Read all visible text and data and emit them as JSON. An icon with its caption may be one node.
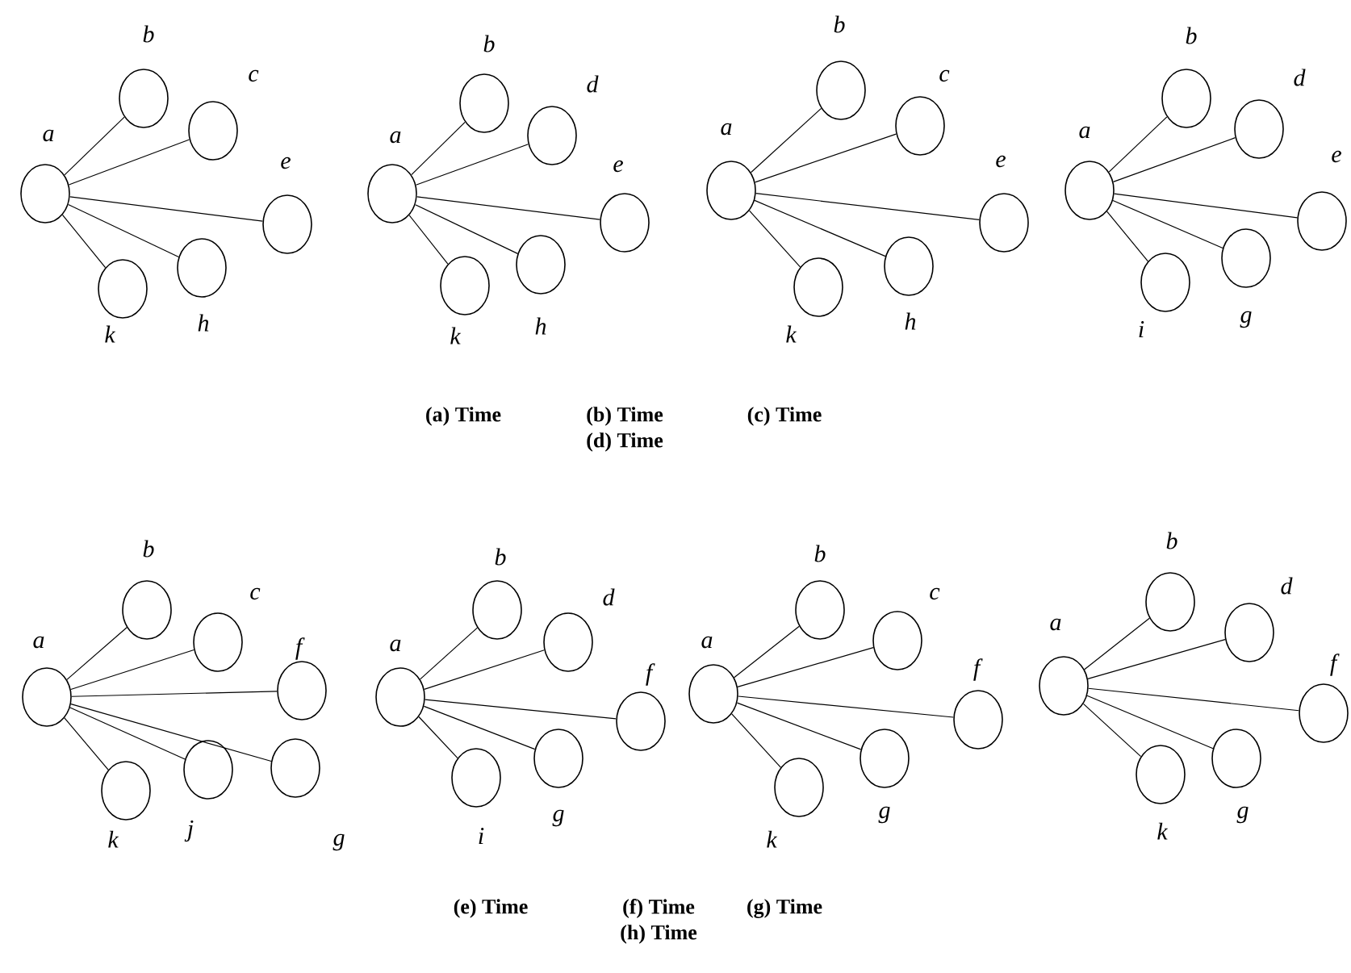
{
  "diagram": {
    "nodes": [
      {
        "text": [
          "a"
        ]
      },
      {
        "text": [
          "b"
        ]
      },
      {
        "text": [
          "c"
        ]
      },
      {
        "text": [
          "e"
        ]
      },
      {
        "text": [
          "h"
        ]
      },
      {
        "text": [
          "k"
        ]
      },
      {
        "text": [
          "a"
        ]
      },
      {
        "text": [
          "b"
        ]
      },
      {
        "text": [
          "d"
        ]
      },
      {
        "text": [
          "e"
        ]
      },
      {
        "text": [
          "h"
        ]
      },
      {
        "text": [
          "k"
        ]
      },
      {
        "text": [
          "a"
        ]
      },
      {
        "text": [
          "b"
        ]
      },
      {
        "text": [
          "c"
        ]
      },
      {
        "text": [
          "e"
        ]
      },
      {
        "text": [
          "h"
        ]
      },
      {
        "text": [
          "k"
        ]
      },
      {
        "text": [
          "a"
        ]
      },
      {
        "text": [
          "b"
        ]
      },
      {
        "text": [
          "d"
        ]
      },
      {
        "text": [
          "e"
        ]
      },
      {
        "text": [
          "g"
        ]
      },
      {
        "text": [
          "i"
        ]
      },
      {
        "text": [
          "a"
        ]
      },
      {
        "text": [
          "b"
        ]
      },
      {
        "text": [
          "c"
        ]
      },
      {
        "text": [
          "f"
        ]
      },
      {
        "text": [
          "g"
        ]
      },
      {
        "text": [
          "j"
        ]
      },
      {
        "text": [
          "k"
        ]
      },
      {
        "text": [
          "a"
        ]
      },
      {
        "text": [
          "b"
        ]
      },
      {
        "text": [
          "d"
        ]
      },
      {
        "text": [
          "f"
        ]
      },
      {
        "text": [
          "g"
        ]
      },
      {
        "text": [
          "i"
        ]
      },
      {
        "text": [
          "a"
        ]
      },
      {
        "text": [
          "b"
        ]
      },
      {
        "text": [
          "c"
        ]
      },
      {
        "text": [
          "f"
        ]
      },
      {
        "text": [
          "g"
        ]
      },
      {
        "text": [
          "k"
        ]
      },
      {
        "text": [
          "a"
        ]
      },
      {
        "text": [
          "b"
        ]
      },
      {
        "text": [
          "d"
        ]
      },
      {
        "text": [
          "f"
        ]
      },
      {
        "text": [
          "g"
        ]
      },
      {
        "text": [
          "k"
        ]
      }
    ],
    "edges": [
      {
        "from": 0,
        "to": 1,
        "arrow": "none"
      },
      {
        "from": 0,
        "to": 2,
        "arrow": "none"
      },
      {
        "from": 0,
        "to": 3,
        "arrow": "none"
      },
      {
        "from": 0,
        "to": 4,
        "arrow": "none"
      },
      {
        "from": 0,
        "to": 5,
        "arrow": "none"
      },
      {
        "from": 6,
        "to": 7,
        "arrow": "none"
      },
      {
        "from": 6,
        "to": 8,
        "arrow": "none"
      },
      {
        "from": 6,
        "to": 9,
        "arrow": "none"
      },
      {
        "from": 6,
        "to": 10,
        "arrow": "none"
      },
      {
        "from": 6,
        "to": 11,
        "arrow": "none"
      },
      {
        "from": 12,
        "to": 13,
        "arrow": "none"
      },
      {
        "from": 12,
        "to": 14,
        "arrow": "none"
      },
      {
        "from": 12,
        "to": 15,
        "arrow": "none"
      },
      {
        "from": 12,
        "to": 16,
        "arrow": "none"
      },
      {
        "from": 12,
        "to": 17,
        "arrow": "none"
      },
      {
        "from": 18,
        "to": 19,
        "arrow": "none"
      },
      {
        "from": 18,
        "to": 20,
        "arrow": "none"
      },
      {
        "from": 18,
        "to": 21,
        "arrow": "none"
      },
      {
        "from": 18,
        "to": 22,
        "arrow": "none"
      },
      {
        "from": 18,
        "to": 23,
        "arrow": "none"
      },
      {
        "from": 24,
        "to": 25,
        "arrow": "none"
      },
      {
        "from": 24,
        "to": 26,
        "arrow": "none"
      },
      {
        "from": 24,
        "to": 27,
        "arrow": "none"
      },
      {
        "from": 24,
        "to": 28,
        "arrow": "none"
      },
      {
        "from": 24,
        "to": 29,
        "arrow": "none"
      },
      {
        "from": 24,
        "to": 30,
        "arrow": "none"
      },
      {
        "from": 31,
        "to": 32,
        "arrow": "none"
      },
      {
        "from": 31,
        "to": 33,
        "arrow": "none"
      },
      {
        "from": 31,
        "to": 34,
        "arrow": "none"
      },
      {
        "from": 31,
        "to": 35,
        "arrow": "none"
      },
      {
        "from": 31,
        "to": 36,
        "arrow": "none"
      },
      {
        "from": 37,
        "to": 38,
        "arrow": "none"
      },
      {
        "from": 37,
        "to": 39,
        "arrow": "none"
      },
      {
        "from": 37,
        "to": 40,
        "arrow": "none"
      },
      {
        "from": 37,
        "to": 41,
        "arrow": "none"
      },
      {
        "from": 37,
        "to": 42,
        "arrow": "none"
      },
      {
        "from": 43,
        "to": 44,
        "arrow": "none"
      },
      {
        "from": 43,
        "to": 45,
        "arrow": "none"
      },
      {
        "from": 43,
        "to": 46,
        "arrow": "none"
      },
      {
        "from": 43,
        "to": 47,
        "arrow": "none"
      },
      {
        "from": 43,
        "to": 48,
        "arrow": "none"
      }
    ],
    "labels": [
      "(a) Time",
      "(b) Time",
      "(c) Time",
      "(d) Time",
      "(e) Time",
      "(f) Time",
      "(g) Time",
      "(h) Time"
    ]
  }
}
